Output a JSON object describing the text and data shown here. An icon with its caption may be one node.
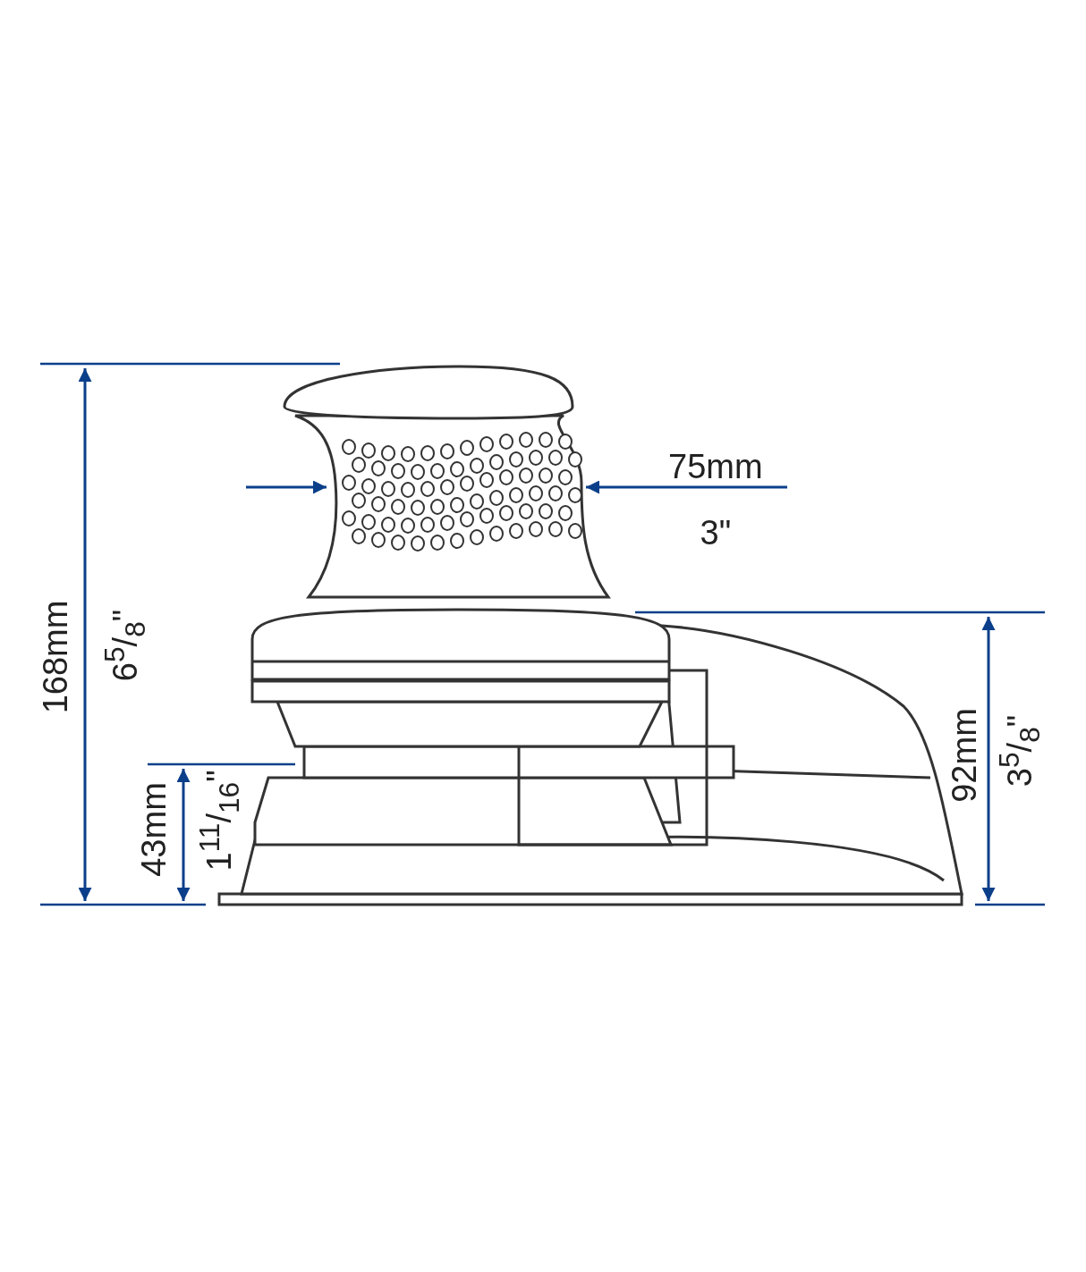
{
  "diagram": {
    "labels": [
      "75mm",
      "3\"",
      "168mm",
      "6$^{5}$/$_{8}$\"",
      "92mm",
      "3$^{5}$/$_{8}$\"",
      "43mm",
      "1$^{11}$/$_{16}$\""
    ]
  }
}
